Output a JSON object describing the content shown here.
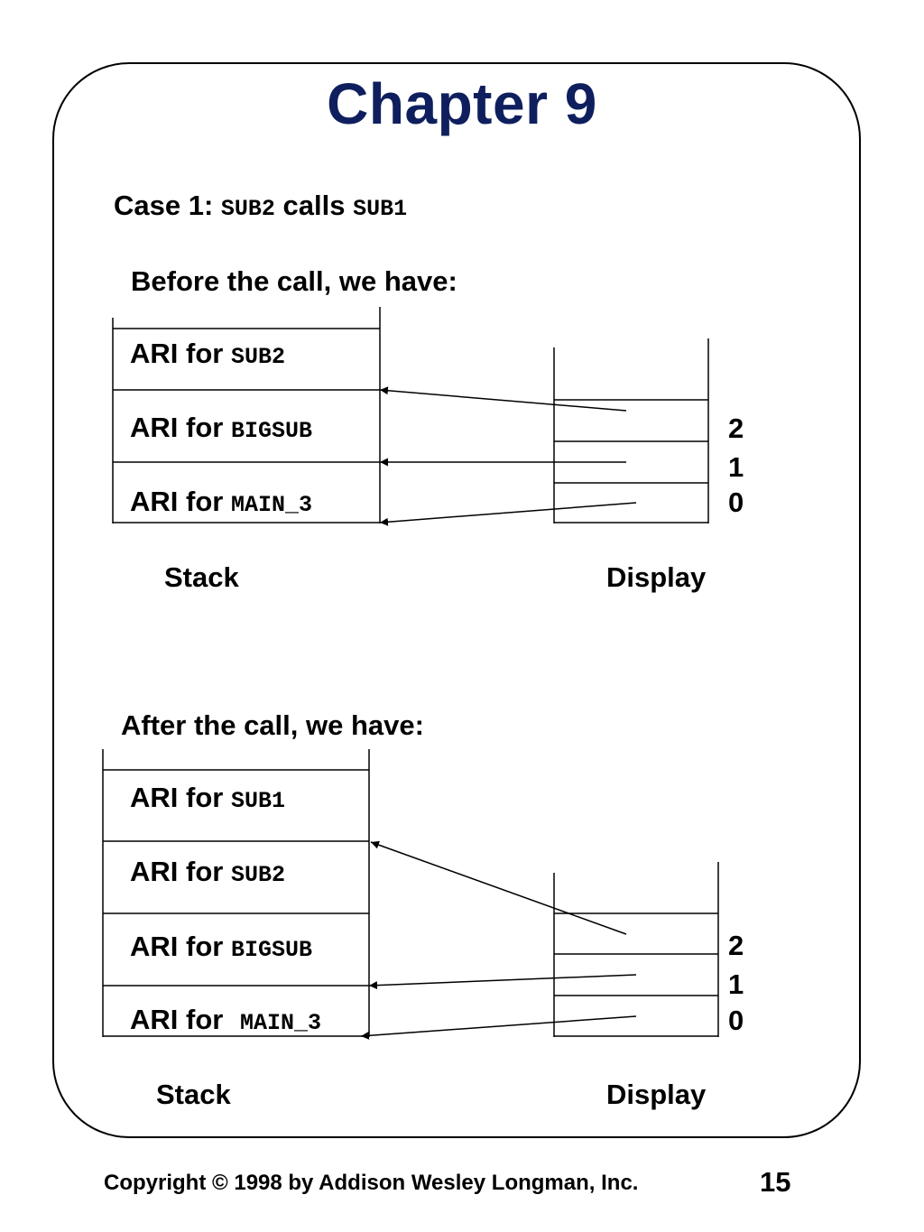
{
  "title": "Chapter 9",
  "case": {
    "prefix": "Case 1: ",
    "caller": "SUB2",
    "verb": " calls ",
    "callee": "SUB1"
  },
  "before": {
    "heading": "Before the call, we have:",
    "stack": [
      {
        "label": "ARI for ",
        "name": "SUB2"
      },
      {
        "label": "ARI for ",
        "name": "BIGSUB"
      },
      {
        "label": "ARI for ",
        "name": "MAIN_3"
      }
    ],
    "display_indices": [
      "2",
      "1",
      "0"
    ],
    "stack_caption": "Stack",
    "display_caption": "Display"
  },
  "after": {
    "heading": "After the call, we have:",
    "stack": [
      {
        "label": "ARI for ",
        "name": "SUB1"
      },
      {
        "label": "ARI for ",
        "name": "SUB2"
      },
      {
        "label": "ARI for ",
        "name": "BIGSUB"
      },
      {
        "label": "ARI for ",
        "name": "MAIN_3"
      }
    ],
    "display_indices": [
      "2",
      "1",
      "0"
    ],
    "stack_caption": "Stack",
    "display_caption": "Display"
  },
  "footer": {
    "copyright": "Copyright © 1998 by Addison Wesley Longman, Inc.",
    "page_number": "15"
  }
}
